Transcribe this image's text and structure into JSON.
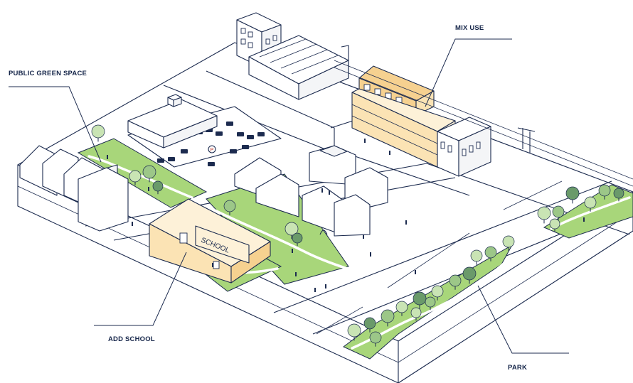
{
  "callouts": {
    "public_green_space": "PUBLIC GREEN SPACE",
    "mix_use": "MIX USE",
    "add_school": "ADD SCHOOL",
    "park": "PARK"
  },
  "signage": {
    "school": "SCHOOL",
    "parking": "P"
  },
  "colors": {
    "outline": "#1c2b4f",
    "green": "#a8d67a",
    "tree_light": "#c9e4b4",
    "tree_mid": "#9cc788",
    "tree_dark": "#6a9a6a",
    "highlight_light": "#fbe3b4",
    "highlight_dark": "#f6d190"
  }
}
